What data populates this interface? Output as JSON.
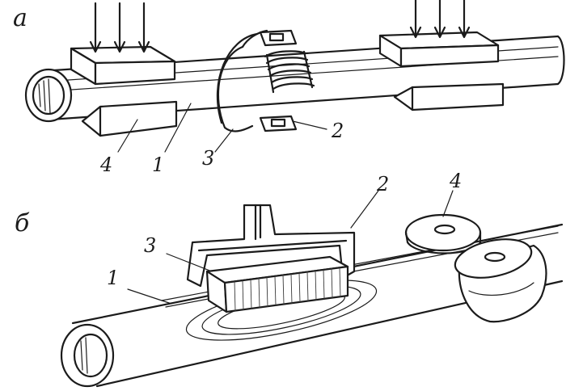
{
  "figure_a": {
    "panel_label": "а",
    "callouts": {
      "pipe": "1",
      "coil": "2",
      "core": "3",
      "roller_blocks": "4"
    }
  },
  "figure_b": {
    "panel_label": "б",
    "callouts": {
      "pipe": "1",
      "conductor": "2",
      "core": "3",
      "rollers": "4"
    }
  },
  "colors": {
    "ink": "#1b1b1b",
    "paper": "#ffffff"
  }
}
